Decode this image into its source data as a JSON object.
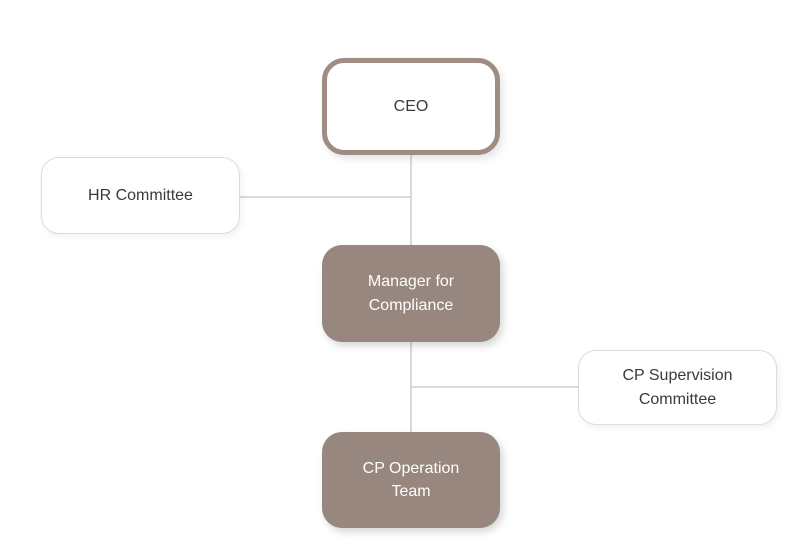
{
  "colors": {
    "background": "#ffffff",
    "accent": "#97877e",
    "accent_border": "#9d8d83",
    "box_border": "#dcdcdc",
    "connector": "#d9d9d9",
    "text_dark": "#3a3a3a",
    "text_light": "#ffffff"
  },
  "org_chart": {
    "type": "organization-chart",
    "nodes": {
      "ceo": {
        "label": "CEO",
        "style": "outlined-accent"
      },
      "hr_committee": {
        "label": "HR Committee",
        "style": "outlined-gray"
      },
      "manager_compliance": {
        "label": "Manager for\nCompliance",
        "style": "filled"
      },
      "cp_supervision_committee": {
        "label": "CP Supervision\nCommittee",
        "style": "outlined-gray"
      },
      "cp_operation_team": {
        "label": "CP Operation\nTeam",
        "style": "filled"
      }
    },
    "edges": [
      {
        "from": "ceo",
        "to": "manager_compliance"
      },
      {
        "from": "hr_committee",
        "to": "manager_compliance"
      },
      {
        "from": "manager_compliance",
        "to": "cp_operation_team"
      },
      {
        "from": "cp_supervision_committee",
        "to": "manager_compliance"
      }
    ]
  }
}
